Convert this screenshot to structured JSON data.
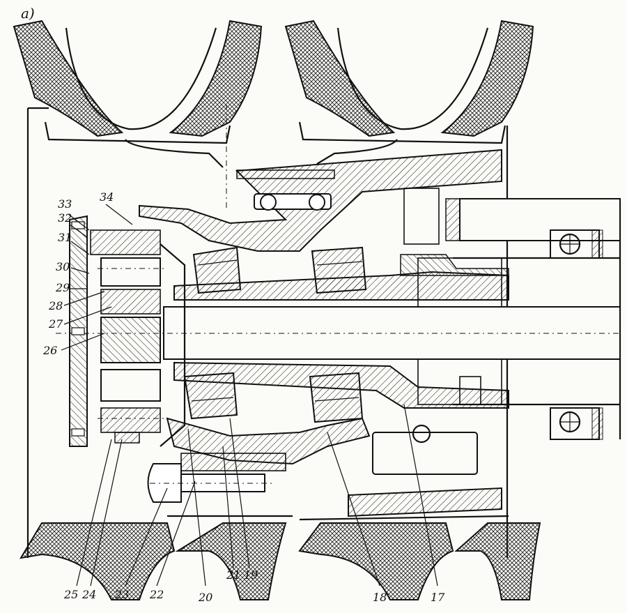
{
  "figure_label": "a)",
  "callouts": [
    {
      "id": "33",
      "text": "33"
    },
    {
      "id": "32",
      "text": "32"
    },
    {
      "id": "34",
      "text": "34"
    },
    {
      "id": "31",
      "text": "31"
    },
    {
      "id": "30",
      "text": "30"
    },
    {
      "id": "29",
      "text": "29"
    },
    {
      "id": "28",
      "text": "28"
    },
    {
      "id": "27",
      "text": "27"
    },
    {
      "id": "26",
      "text": "26"
    },
    {
      "id": "25",
      "text": "25"
    },
    {
      "id": "24",
      "text": "24"
    },
    {
      "id": "23",
      "text": "23"
    },
    {
      "id": "22",
      "text": "22"
    },
    {
      "id": "20",
      "text": "20"
    },
    {
      "id": "21",
      "text": "21"
    },
    {
      "id": "19",
      "text": "19"
    },
    {
      "id": "18",
      "text": "18"
    },
    {
      "id": "17",
      "text": "17"
    }
  ]
}
